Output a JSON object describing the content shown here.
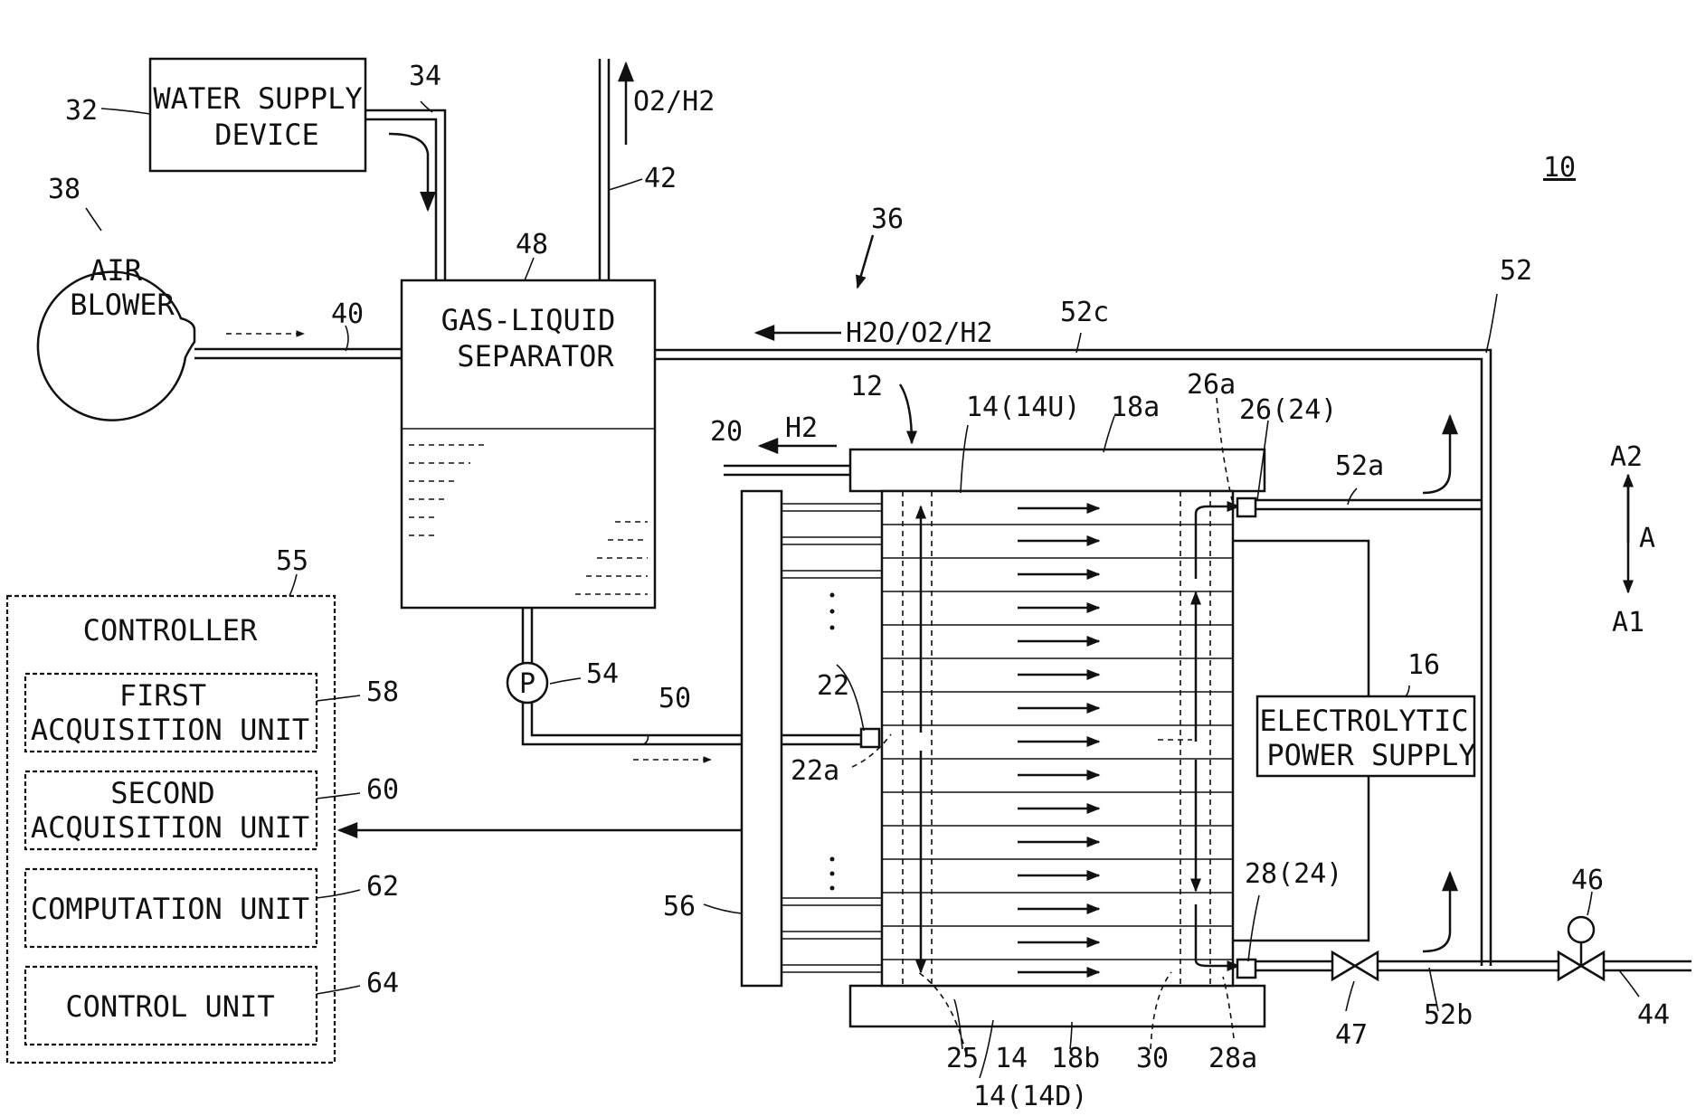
{
  "boxes": {
    "water_supply": [
      "WATER SUPPLY",
      "DEVICE"
    ],
    "air_blower": [
      "AIR",
      "BLOWER"
    ],
    "separator": [
      "GAS-LIQUID",
      "SEPARATOR"
    ],
    "power_supply": [
      "ELECTROLYTIC",
      "POWER SUPPLY"
    ],
    "controller": "CONTROLLER",
    "first_unit": [
      "FIRST",
      "ACQUISITION UNIT"
    ],
    "second_unit": [
      "SECOND",
      "ACQUISITION UNIT"
    ],
    "computation_unit": "COMPUTATION UNIT",
    "control_unit": "CONTROL UNIT",
    "pump": "P"
  },
  "flows": {
    "o2h2_out": "O2/H2",
    "return_mix": "H2O/O2/H2",
    "h2_out": "H2"
  },
  "direction": {
    "a2": "A2",
    "a": "A",
    "a1": "A1"
  },
  "refs": {
    "r10": "10",
    "r12": "12",
    "r14u": "14(14U)",
    "r14": "14",
    "r14d": "14(14D)",
    "r16": "16",
    "r18a": "18a",
    "r18b": "18b",
    "r20": "20",
    "r22": "22",
    "r22a": "22a",
    "r25": "25",
    "r26a": "26a",
    "r26": "26(24)",
    "r28": "28(24)",
    "r28a": "28a",
    "r30": "30",
    "r32": "32",
    "r34": "34",
    "r36": "36",
    "r38": "38",
    "r40": "40",
    "r42": "42",
    "r44": "44",
    "r46": "46",
    "r47": "47",
    "r48": "48",
    "r50": "50",
    "r52": "52",
    "r52a": "52a",
    "r52b": "52b",
    "r52c": "52c",
    "r54": "54",
    "r55": "55",
    "r56": "56",
    "r58": "58",
    "r60": "60",
    "r62": "62",
    "r64": "64"
  }
}
